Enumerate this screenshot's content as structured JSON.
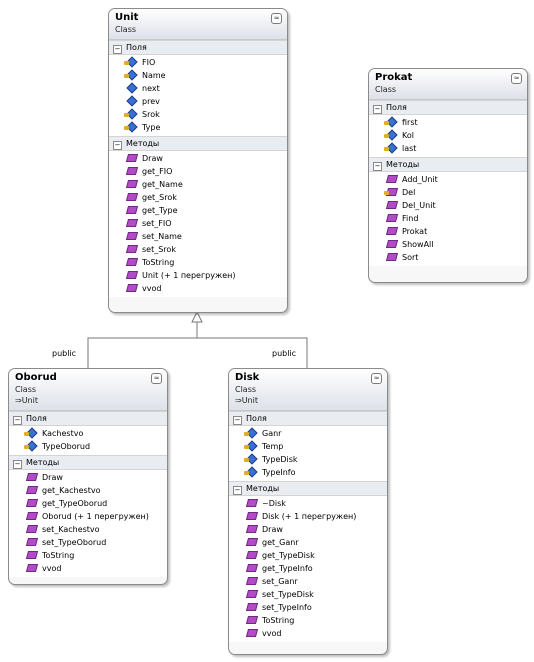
{
  "labels": {
    "fields": "Поля",
    "methods": "Методы",
    "class_type": "Class",
    "collapse": "≈"
  },
  "inheritance": {
    "left_label": "public",
    "right_label": "public"
  },
  "classes": {
    "unit": {
      "name": "Unit",
      "fields": [
        {
          "name": "FIO",
          "key": true
        },
        {
          "name": "Name",
          "key": true
        },
        {
          "name": "next",
          "key": false
        },
        {
          "name": "prev",
          "key": false
        },
        {
          "name": "Srok",
          "key": true
        },
        {
          "name": "Type",
          "key": true
        }
      ],
      "methods": [
        {
          "name": "Draw"
        },
        {
          "name": "get_FIO"
        },
        {
          "name": "get_Name"
        },
        {
          "name": "get_Srok"
        },
        {
          "name": "get_Type"
        },
        {
          "name": "set_FIO"
        },
        {
          "name": "set_Name"
        },
        {
          "name": "set_Srok"
        },
        {
          "name": "ToString"
        },
        {
          "name": "Unit (+ 1 перегружен)"
        },
        {
          "name": "vvod"
        }
      ]
    },
    "prokat": {
      "name": "Prokat",
      "fields": [
        {
          "name": "first",
          "key": true
        },
        {
          "name": "Kol",
          "key": true
        },
        {
          "name": "last",
          "key": true
        }
      ],
      "methods": [
        {
          "name": "Add_Unit"
        },
        {
          "name": "Del",
          "key": true
        },
        {
          "name": "Del_Unit"
        },
        {
          "name": "Find"
        },
        {
          "name": "Prokat"
        },
        {
          "name": "ShowAll"
        },
        {
          "name": "Sort"
        }
      ]
    },
    "oborud": {
      "name": "Oborud",
      "parent": "Unit",
      "fields": [
        {
          "name": "Kachestvo",
          "key": true
        },
        {
          "name": "TypeOborud",
          "key": true
        }
      ],
      "methods": [
        {
          "name": "Draw"
        },
        {
          "name": "get_Kachestvo"
        },
        {
          "name": "get_TypeOborud"
        },
        {
          "name": "Oborud (+ 1 перегружен)"
        },
        {
          "name": "set_Kachestvo"
        },
        {
          "name": "set_TypeOborud"
        },
        {
          "name": "ToString"
        },
        {
          "name": "vvod"
        }
      ]
    },
    "disk": {
      "name": "Disk",
      "parent": "Unit",
      "fields": [
        {
          "name": "Ganr",
          "key": true
        },
        {
          "name": "Temp",
          "key": true
        },
        {
          "name": "TypeDisk",
          "key": true
        },
        {
          "name": "TypeInfo",
          "key": true
        }
      ],
      "methods": [
        {
          "name": "~Disk"
        },
        {
          "name": "Disk (+ 1 перегружен)"
        },
        {
          "name": "Draw"
        },
        {
          "name": "get_Ganr"
        },
        {
          "name": "get_TypeDisk"
        },
        {
          "name": "get_TypeInfo"
        },
        {
          "name": "set_Ganr"
        },
        {
          "name": "set_TypeDisk"
        },
        {
          "name": "set_TypeInfo"
        },
        {
          "name": "ToString"
        },
        {
          "name": "vvod"
        }
      ]
    }
  }
}
